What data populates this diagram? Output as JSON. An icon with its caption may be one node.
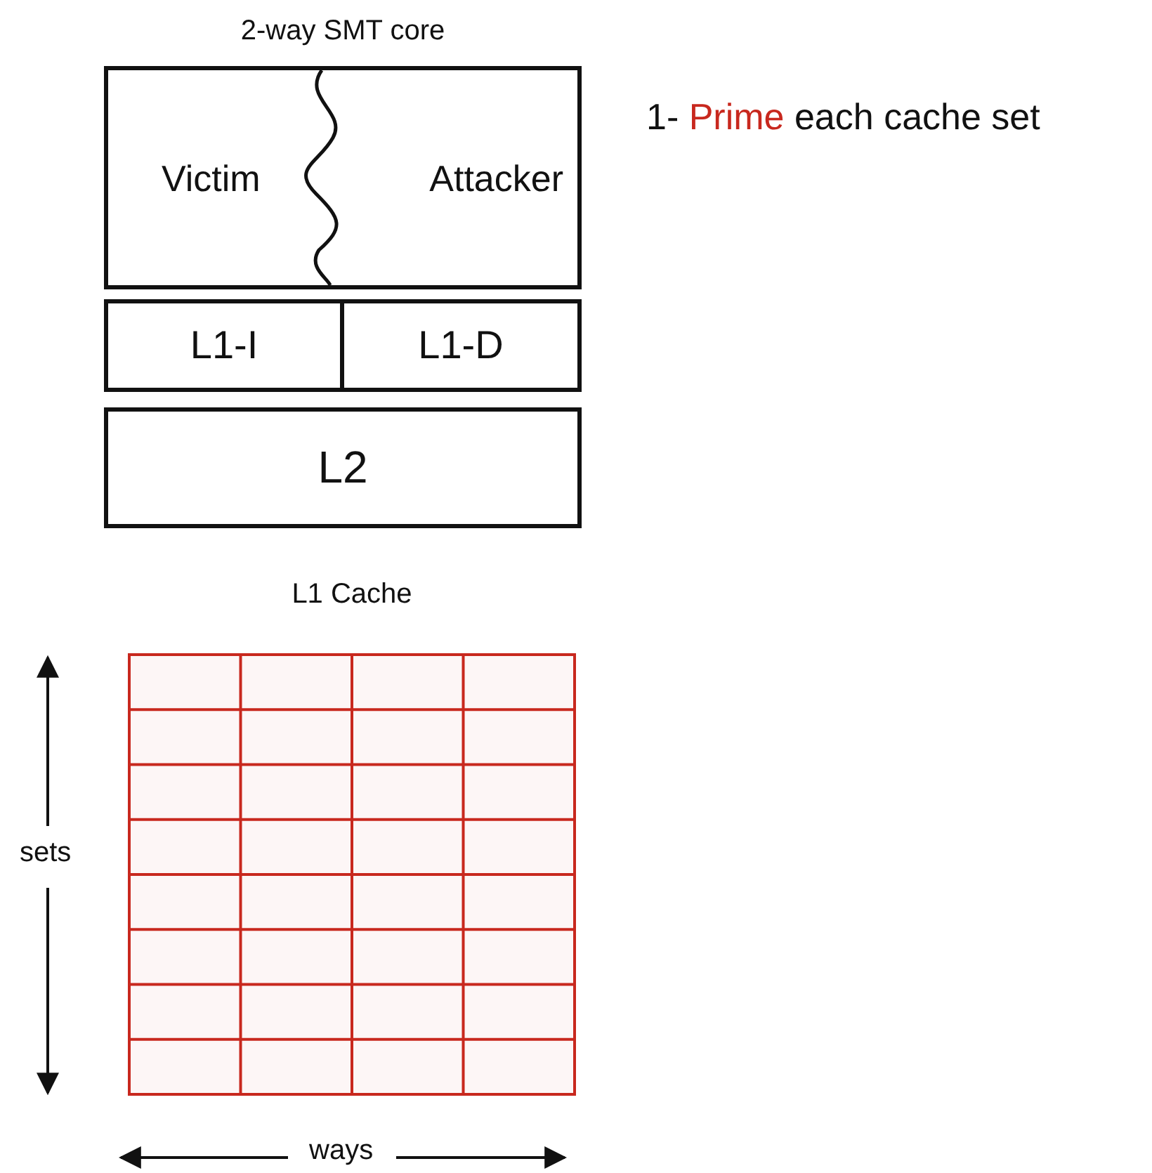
{
  "diagram": {
    "nodes": [
      {
        "text": [
          "2-way SMT core",
          "Victim",
          "Attacker"
        ]
      },
      {
        "text": [
          "L1-I"
        ]
      },
      {
        "text": [
          "L1-D"
        ]
      },
      {
        "text": [
          "L2"
        ]
      },
      {
        "text": [
          "L1 Cache"
        ]
      }
    ],
    "labels": [
      "1- **Prime** each cache set",
      "sets",
      "ways"
    ]
  }
}
